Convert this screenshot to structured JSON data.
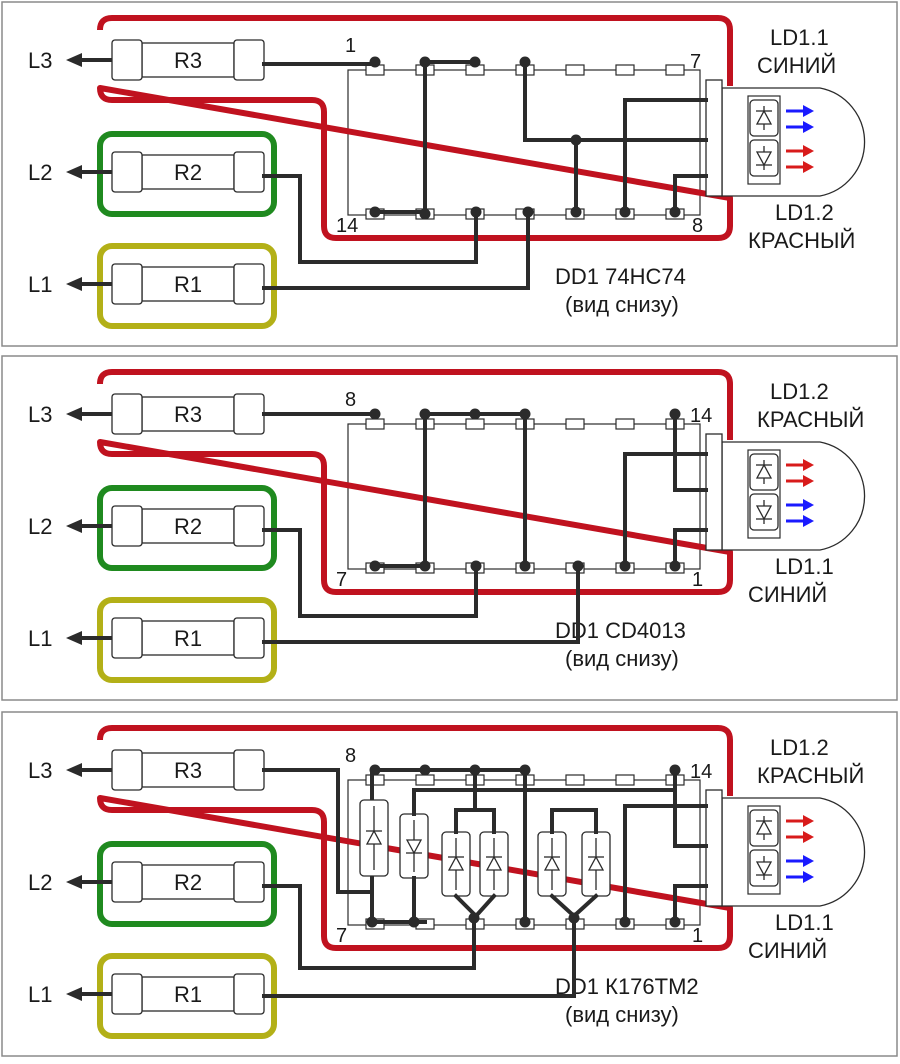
{
  "panels": [
    {
      "left_labels": [
        "L3",
        "L2",
        "L1"
      ],
      "resistor_labels": [
        "R3",
        "R2",
        "R1"
      ],
      "chip_label": "DD1",
      "pin_top_left": "1",
      "pin_top_right": "7",
      "pin_bottom_left": "14",
      "pin_bottom_right": "8",
      "led_top_line1": "LD1.1",
      "led_top_line2": "СИНИЙ",
      "led_bottom_line1": "LD1.2",
      "led_bottom_line2": "КРАСНЫЙ",
      "caption_line1": "DD1  74HC74",
      "caption_line2": "(вид снизу)"
    },
    {
      "left_labels": [
        "L3",
        "L2",
        "L1"
      ],
      "resistor_labels": [
        "R3",
        "R2",
        "R1"
      ],
      "chip_label": "DD1",
      "pin_top_left": "8",
      "pin_top_right": "14",
      "pin_bottom_left": "7",
      "pin_bottom_right": "1",
      "led_top_line1": "LD1.2",
      "led_top_line2": "КРАСНЫЙ",
      "led_bottom_line1": "LD1.1",
      "led_bottom_line2": "СИНИЙ",
      "caption_line1": "DD1  CD4013",
      "caption_line2": "(вид снизу)"
    },
    {
      "left_labels": [
        "L3",
        "L2",
        "L1"
      ],
      "resistor_labels": [
        "R3",
        "R2",
        "R1"
      ],
      "chip_label": "DD1",
      "pin_top_left": "8",
      "pin_top_right": "14",
      "pin_bottom_left": "7",
      "pin_bottom_right": "1",
      "led_top_line1": "LD1.2",
      "led_top_line2": "КРАСНЫЙ",
      "led_bottom_line1": "LD1.1",
      "led_bottom_line2": "СИНИЙ",
      "caption_line1": "DD1  К176ТМ2",
      "caption_line2": "(вид снизу)"
    }
  ],
  "colors": {
    "red_loop": "#c0121f",
    "green_loop": "#1f8a1f",
    "olive_loop": "#b3b017",
    "wire": "#2b2b2b",
    "arrow_blue": "#1a1aff",
    "arrow_red": "#d81b1b",
    "frame": "#8a8a8a"
  }
}
